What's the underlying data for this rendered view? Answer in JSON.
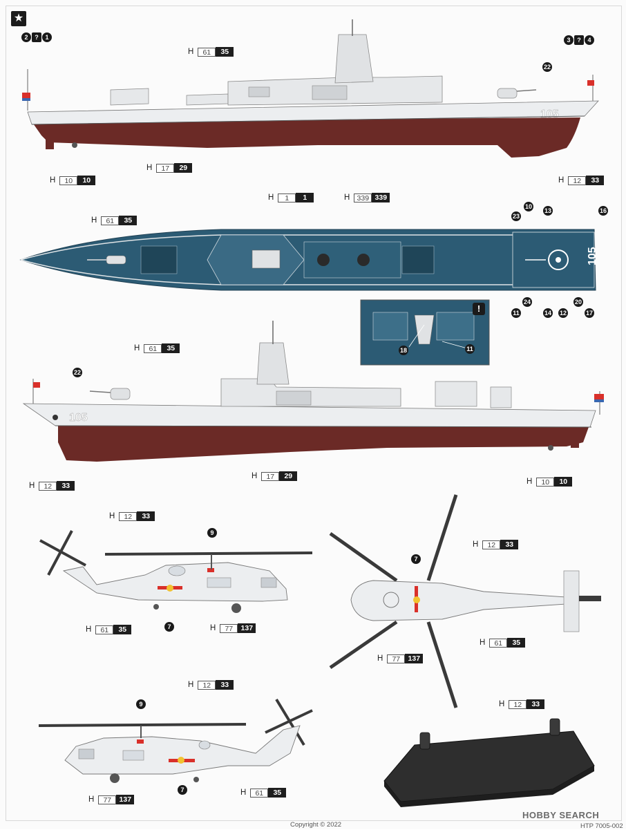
{
  "header": {
    "star_icon": "star-icon"
  },
  "flag_groups": [
    {
      "items": [
        "2",
        "?",
        "1"
      ]
    },
    {
      "items": [
        "3",
        "?",
        "4"
      ]
    }
  ],
  "callouts": {
    "c22": "22",
    "c10": "10",
    "c13": "13",
    "c16": "16",
    "c23": "23",
    "c11": "11",
    "c24": "24",
    "c14": "14",
    "c12": "12",
    "c20": "20",
    "c17": "17",
    "c18": "18",
    "c11b": "11",
    "c22b": "22",
    "c9": "9",
    "c7": "7",
    "c7b": "7",
    "c7c": "7",
    "c9b": "9"
  },
  "detail_badge": "!",
  "hull_number": "105",
  "paint_labels": {
    "side1_top": {
      "h": "H",
      "n": "61",
      "b": "35"
    },
    "side1_hull": {
      "h": "H",
      "n": "17",
      "b": "29"
    },
    "side1_prop": {
      "h": "H",
      "n": "10",
      "b": "10"
    },
    "side1_bow": {
      "h": "H",
      "n": "12",
      "b": "33"
    },
    "deck_1": {
      "h": "H",
      "n": "1",
      "b": "1"
    },
    "deck_339": {
      "h": "H",
      "n": "339",
      "b": "339"
    },
    "deck_61": {
      "h": "H",
      "n": "61",
      "b": "35"
    },
    "side2_top": {
      "h": "H",
      "n": "61",
      "b": "35"
    },
    "side2_bow": {
      "h": "H",
      "n": "12",
      "b": "33"
    },
    "side2_hull": {
      "h": "H",
      "n": "17",
      "b": "29"
    },
    "side2_prop": {
      "h": "H",
      "n": "10",
      "b": "10"
    },
    "heli1_rotor": {
      "h": "H",
      "n": "12",
      "b": "33"
    },
    "heli1_body": {
      "h": "H",
      "n": "61",
      "b": "35"
    },
    "heli1_glass": {
      "h": "H",
      "n": "77",
      "b": "137"
    },
    "heli2_rotor": {
      "h": "H",
      "n": "12",
      "b": "33"
    },
    "heli2_body": {
      "h": "H",
      "n": "61",
      "b": "35"
    },
    "heli2_glass": {
      "h": "H",
      "n": "77",
      "b": "137"
    },
    "heli3_rotor": {
      "h": "H",
      "n": "12",
      "b": "33"
    },
    "heli3_body": {
      "h": "H",
      "n": "61",
      "b": "35"
    },
    "heli3_glass": {
      "h": "H",
      "n": "77",
      "b": "137"
    },
    "stand": {
      "h": "H",
      "n": "12",
      "b": "33"
    }
  },
  "footer": {
    "copyright": "Copyright © 2022",
    "code": "HTP 7005-002",
    "watermark": "HOBBY SEARCH"
  },
  "colors": {
    "hull_red": "#6b2a26",
    "ship_grey": "#eceef0",
    "deck_blue": "#2c5b74",
    "rotor_dark": "#3a3a3a",
    "stand_dark": "#2e2e2e"
  }
}
